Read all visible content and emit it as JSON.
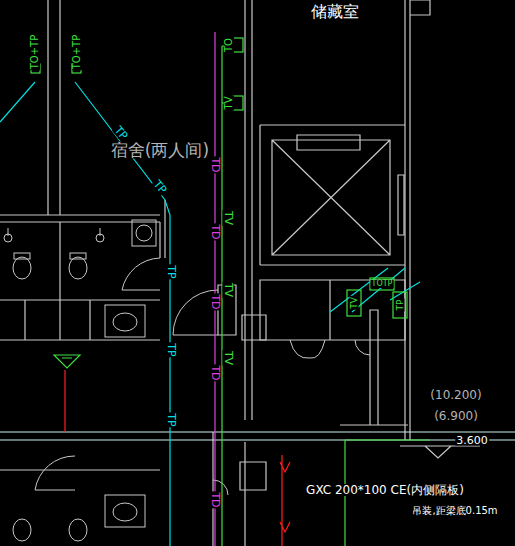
{
  "diagram": {
    "labels": [
      "储藏室",
      "TO+TP",
      "TO+TP",
      "TO",
      "TV",
      "宿舍(两人间)",
      "TP",
      "TP",
      "TP",
      "TP",
      "TP",
      "TD",
      "TD",
      "TD",
      "TD",
      "TD",
      "TV",
      "TV",
      "TV",
      "TV",
      "TOTP",
      "TP",
      "(10.200)",
      "(6.900)",
      "3.600",
      "GXC 200*100 CE(内侧隔板)",
      "吊装,距梁底0.15m"
    ]
  }
}
